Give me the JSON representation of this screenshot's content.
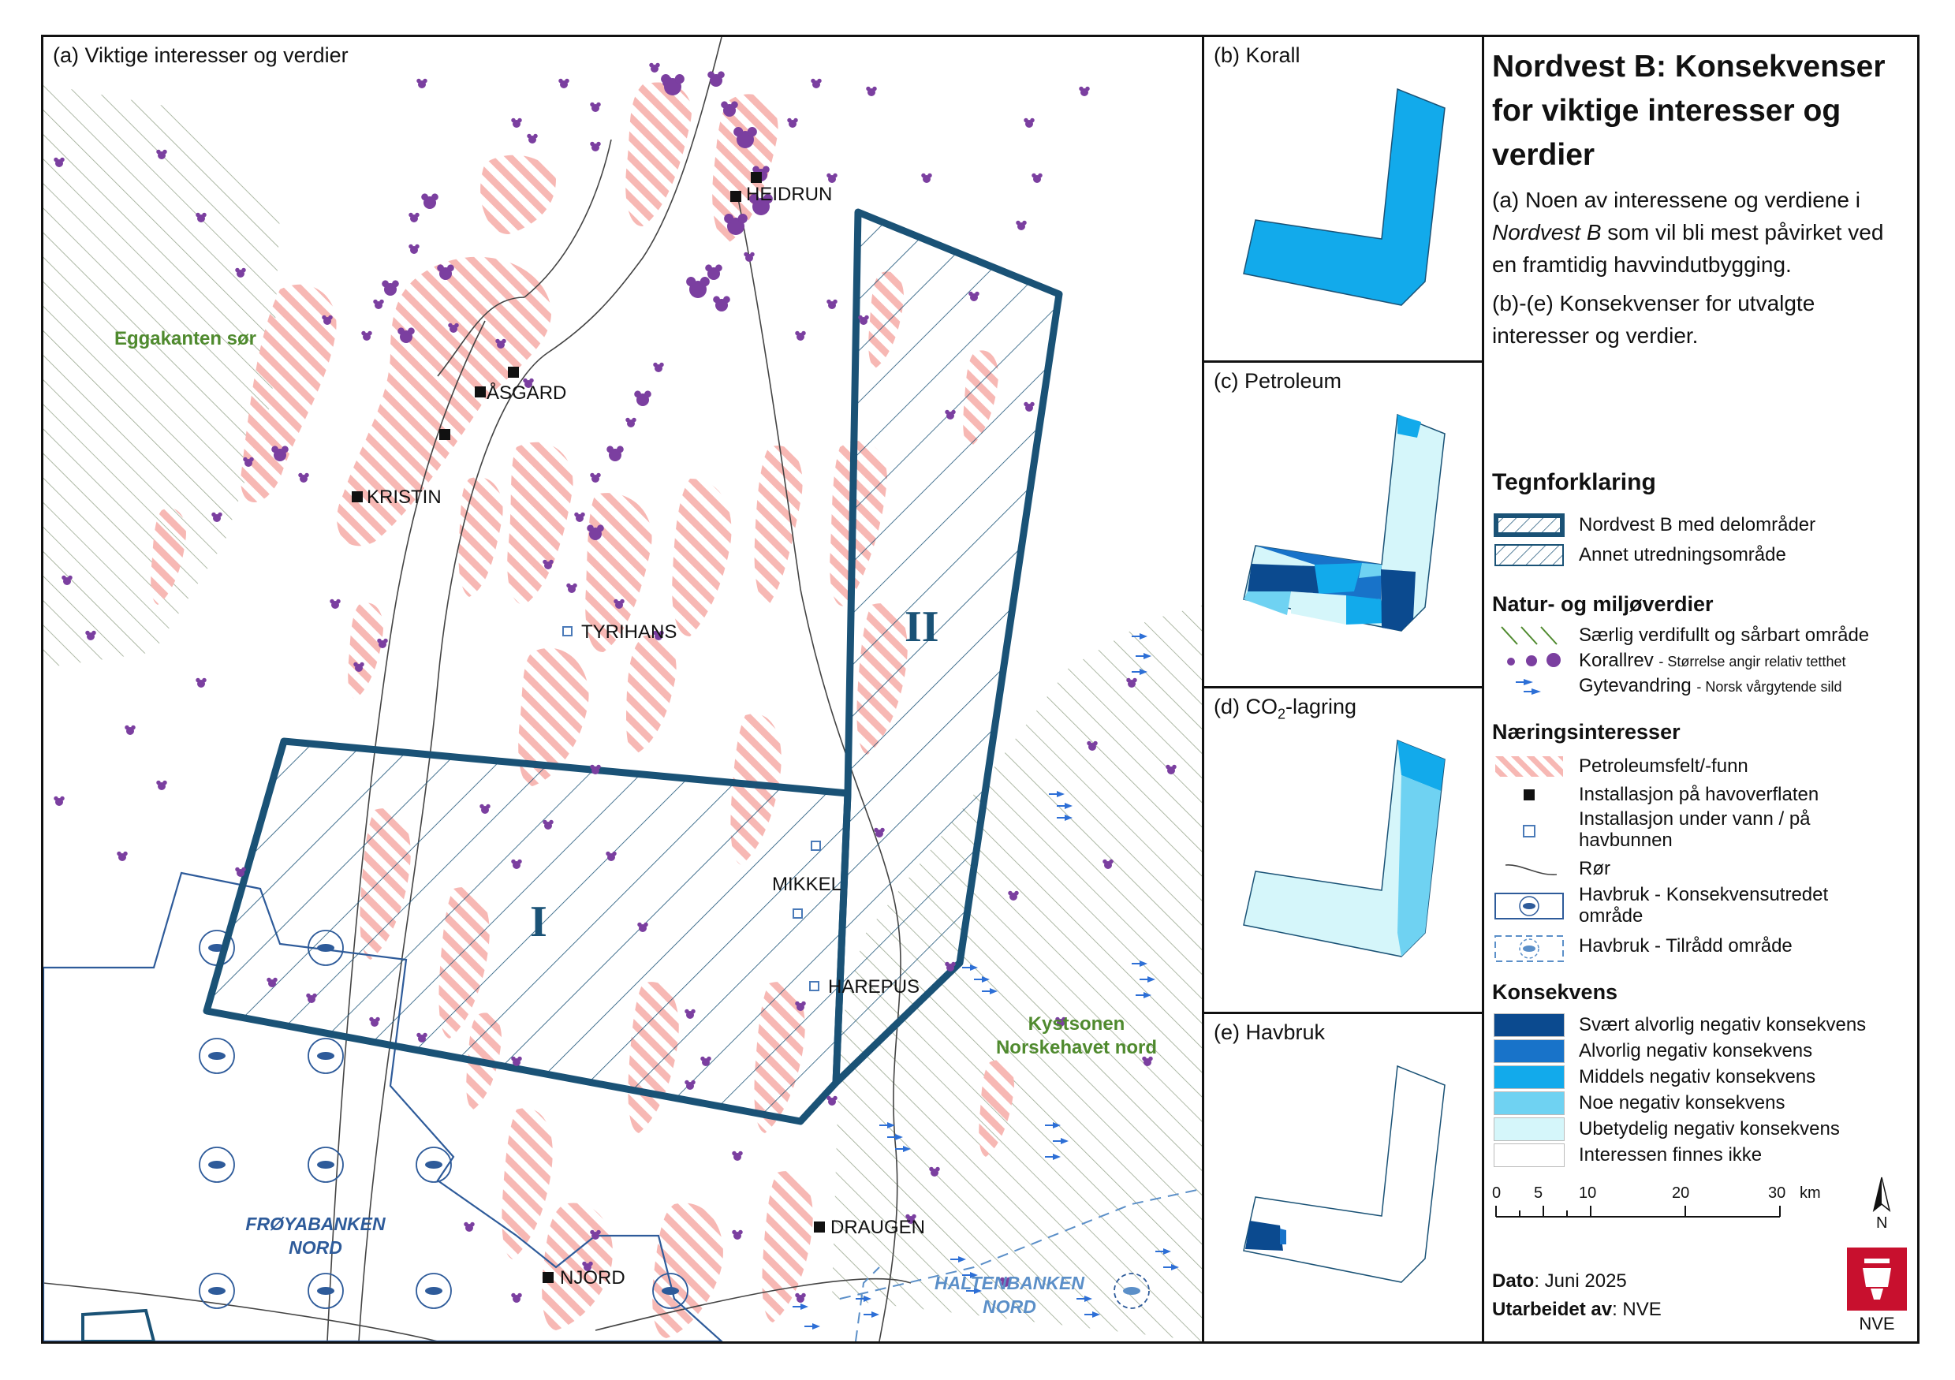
{
  "panels": {
    "a": "(a) Viktige interesser og verdier",
    "b": "(b) Korall",
    "c": "(c) Petroleum",
    "d_prefix": "(d) CO",
    "d_sub": "2",
    "d_suffix": "-lagring",
    "e": "(e) Havbruk"
  },
  "map_labels": {
    "heidrun": "HEIDRUN",
    "asgard": "ÅSGARD",
    "kristin": "KRISTIN",
    "tyrihans": "TYRIHANS",
    "mikkel": "MIKKEL",
    "harepus": "HAREPUS",
    "draugen": "DRAUGEN",
    "njord": "NJORD",
    "eggakanten": "Eggakanten sør",
    "kystsonen_1": "Kystsonen",
    "kystsonen_2": "Norskehavet nord",
    "froyabanken_1": "FRØYABANKEN",
    "froyabanken_2": "NORD",
    "haltenbanken_1": "HALTENBANKEN",
    "haltenbanken_2": "NORD",
    "sub_I": "I",
    "sub_II": "II"
  },
  "info": {
    "title": "Nordvest B: Konsekvenser for viktige interesser og verdier",
    "desc_a_1": "(a) Noen av interessene og verdiene i ",
    "desc_a_em": "Nordvest B",
    "desc_a_2": " som vil bli mest påvirket ved en framtidig havvindutbygging.",
    "desc_b": "(b)-(e) Konsekvenser for utvalgte interesser og verdier."
  },
  "legend": {
    "heading": "Tegnforklaring",
    "area_main": "Nordvest B med delområder",
    "area_other": "Annet utredningsområde",
    "natur_heading": "Natur- og miljøverdier",
    "saerlig": "Særlig verdifullt og sårbart område",
    "korallrev": "Korallrev",
    "korallrev_note": "- Størrelse angir relativ tetthet",
    "gytevandring": "Gytevandring",
    "gytevandring_note": "- Norsk vårgytende sild",
    "naering_heading": "Næringsinteresser",
    "petroleum": "Petroleumsfelt/-funn",
    "inst_surface": "Installasjon på havoverflaten",
    "inst_sub_1": "Installasjon under vann / på",
    "inst_sub_2": "havbunnen",
    "ror": "Rør",
    "havbruk_ku_1": "Havbruk - Konsekvensutredet",
    "havbruk_ku_2": "område",
    "havbruk_tilradd": "Havbruk - Tilrådd område",
    "kons_heading": "Konsekvens",
    "consequences": [
      {
        "label": "Svært alvorlig negativ konsekvens",
        "color": "#0b4a8f"
      },
      {
        "label": "Alvorlig negativ konsekvens",
        "color": "#1873c9"
      },
      {
        "label": "Middels negativ konsekvens",
        "color": "#12aaeb"
      },
      {
        "label": "Noe negativ konsekvens",
        "color": "#6fd2f2"
      },
      {
        "label": "Ubetydelig negativ konsekvens",
        "color": "#d5f6fa"
      },
      {
        "label": "Interessen finnes ikke",
        "color": "#ffffff"
      }
    ]
  },
  "scale": {
    "t0": "0",
    "t5": "5",
    "t10": "10",
    "t20": "20",
    "t30": "30",
    "unit": "km"
  },
  "north": "N",
  "meta": {
    "dato_label": "Dato",
    "dato_value": ": Juni 2025",
    "av_label": "Utarbeidet av",
    "av_value": ": NVE"
  },
  "logo_text": "NVE",
  "colors": {
    "outline": "#1a5276",
    "petroleum": "#f7b8b4",
    "coral": "#7b3fa0",
    "herring": "#2d6fd6",
    "green_hatch": "#9aa890",
    "havbruk": "#2e5b9a"
  }
}
